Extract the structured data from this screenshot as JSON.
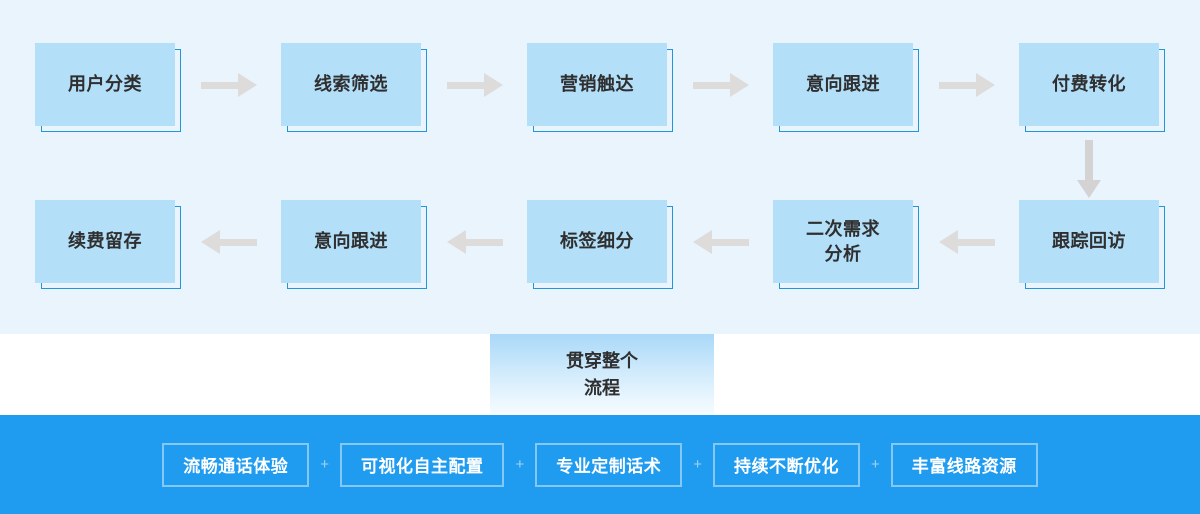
{
  "colors": {
    "panel_bg": "#eaf4fd",
    "box_fill": "#b3dff9",
    "box_outline": "#2196dd",
    "arrow": "#dedbdb",
    "bar_bg": "#1f9bf0",
    "tag_border": "#83c8f7",
    "text_dark": "#2f2f2f",
    "text_light": "#ffffff"
  },
  "flow": {
    "row1": [
      {
        "label": "用户分类"
      },
      {
        "label": "线索筛选"
      },
      {
        "label": "营销触达"
      },
      {
        "label": "意向跟进"
      },
      {
        "label": "付费转化"
      }
    ],
    "row2": [
      {
        "label": "续费留存"
      },
      {
        "label": "意向跟进"
      },
      {
        "label": "标签细分"
      },
      {
        "label": "二次需求\n分析"
      },
      {
        "label": "跟踪回访"
      }
    ],
    "arrow_names": {
      "right": "arrow-right-icon",
      "left": "arrow-left-icon",
      "down": "arrow-down-icon"
    }
  },
  "spanning": {
    "label": "贯穿整个\n流程"
  },
  "features": {
    "separator": "+",
    "tags": [
      {
        "label": "流畅通话体验"
      },
      {
        "label": "可视化自主配置"
      },
      {
        "label": "专业定制话术"
      },
      {
        "label": "持续不断优化"
      },
      {
        "label": "丰富线路资源"
      }
    ]
  }
}
